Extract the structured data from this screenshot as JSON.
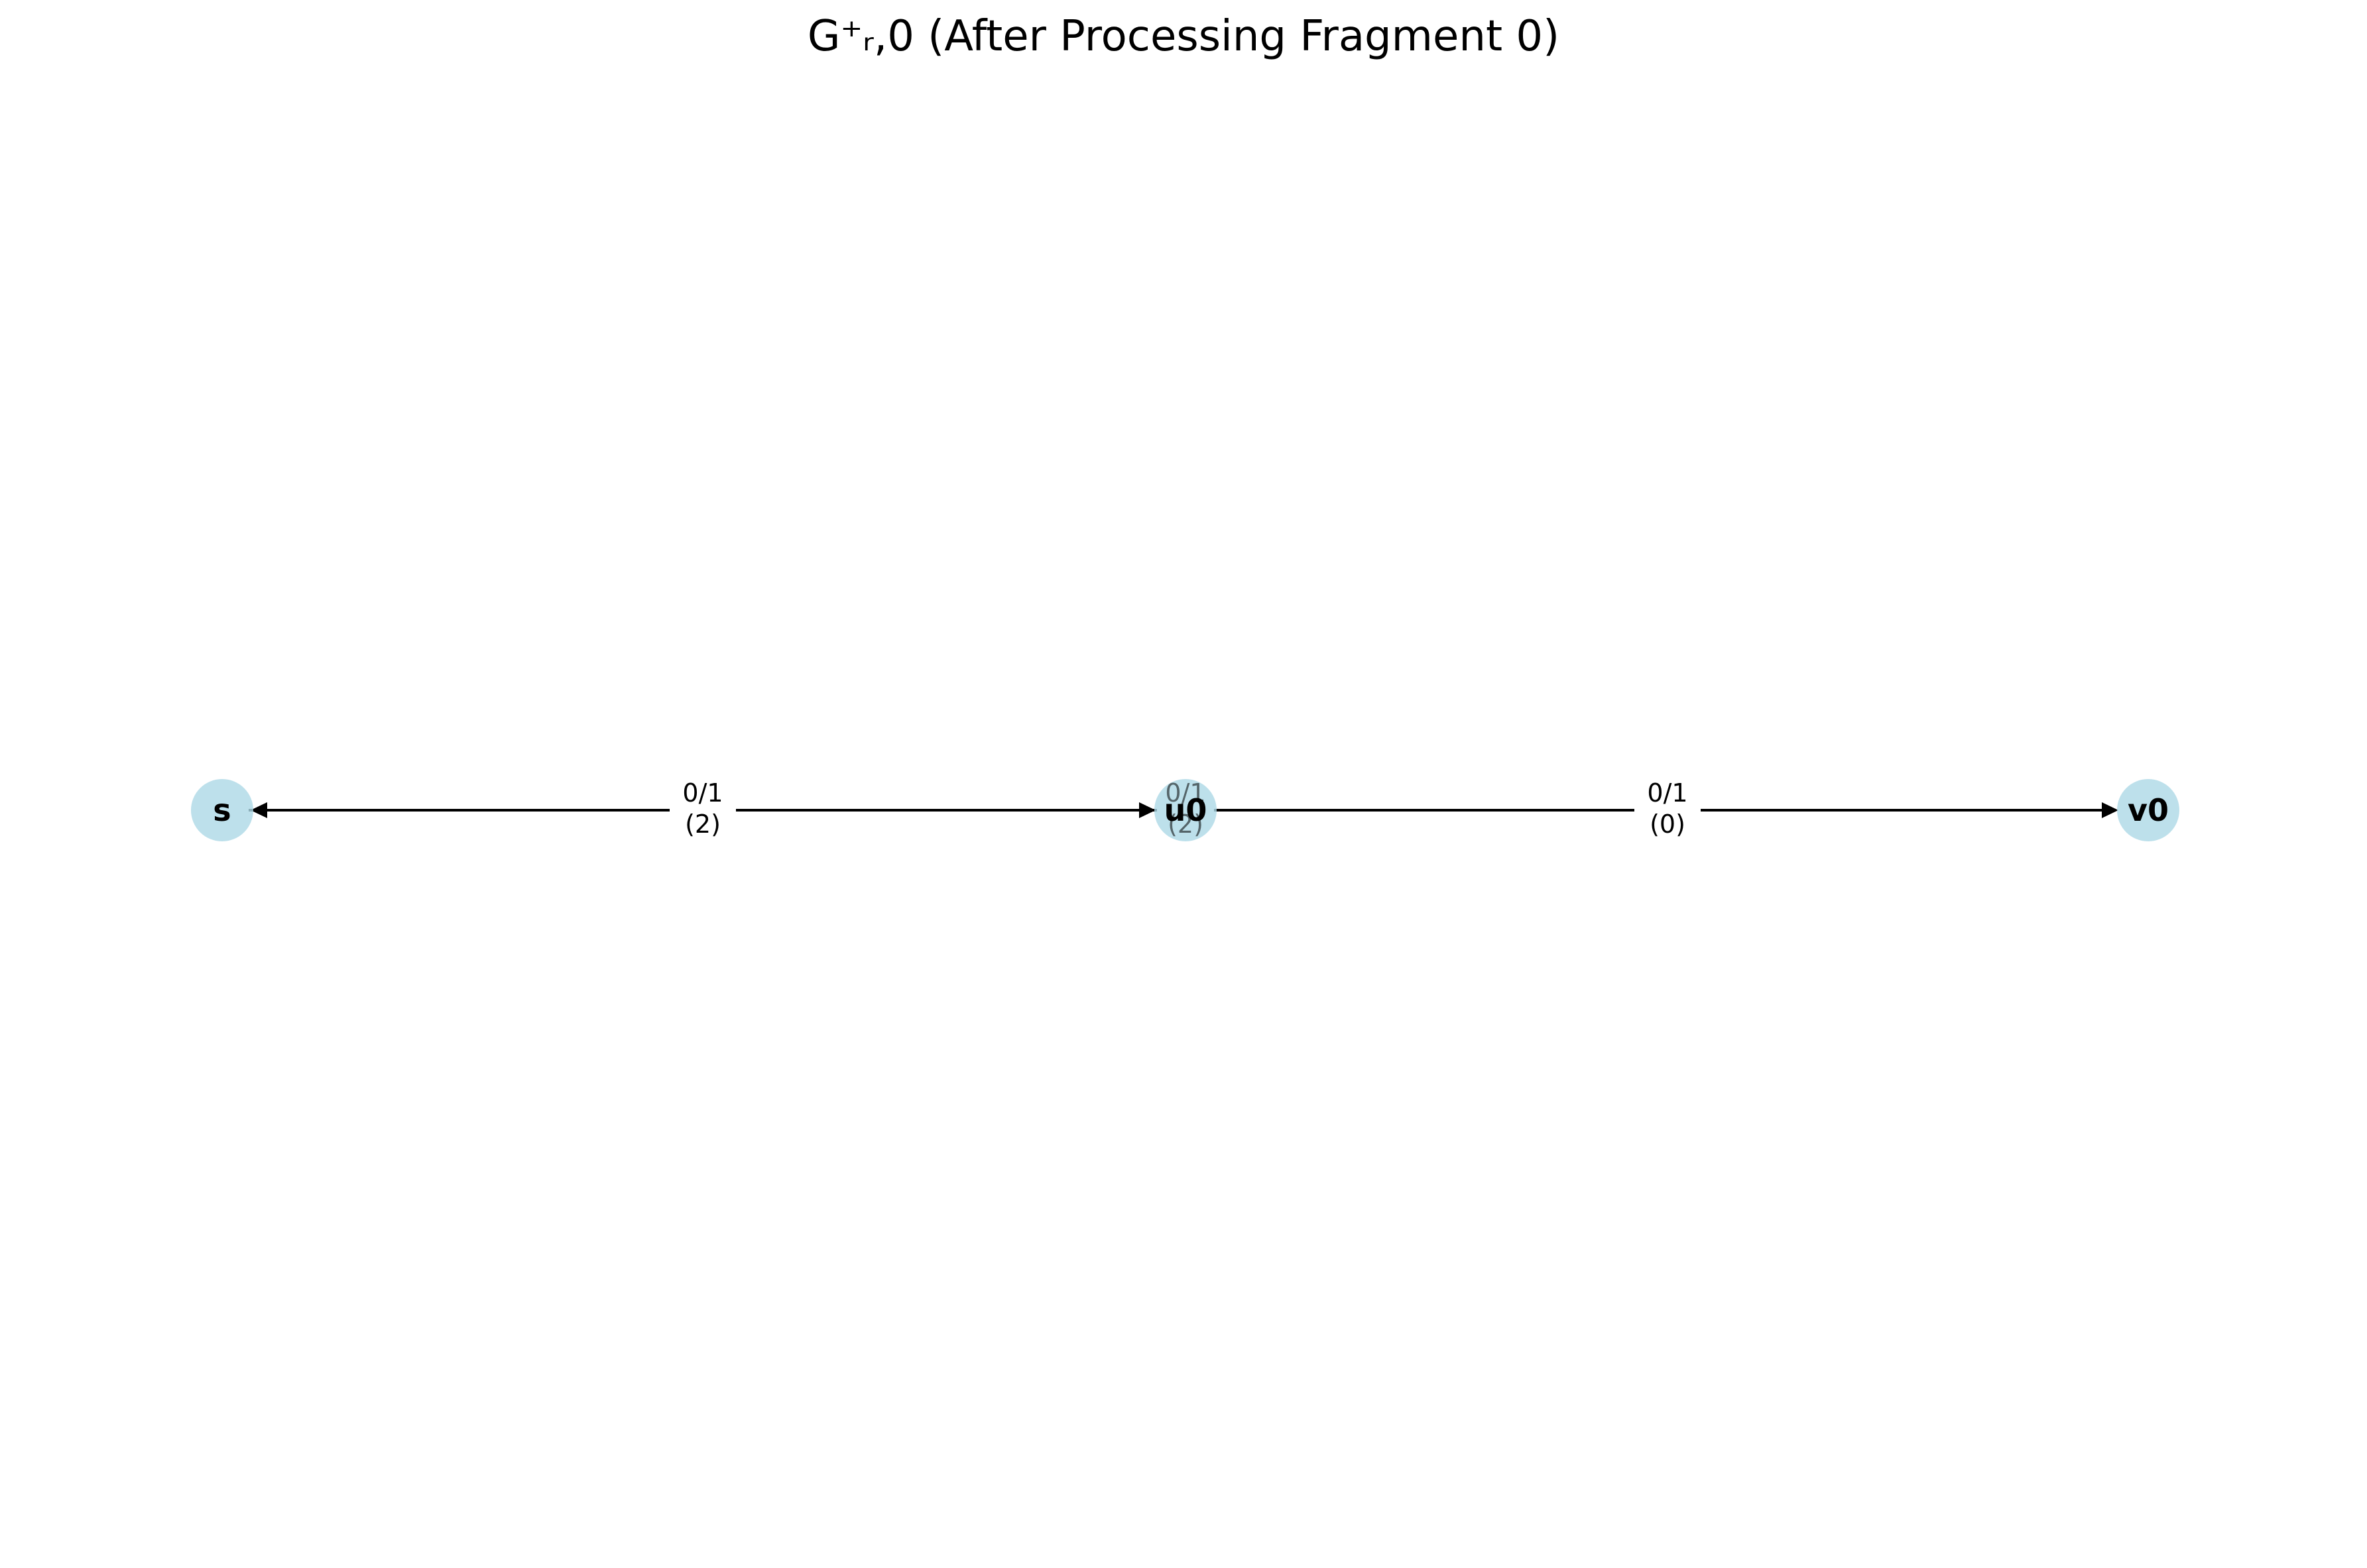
{
  "diagram": {
    "title": "G⁺ᵣ,0 (After Processing Fragment 0)",
    "colors": {
      "node_fill": "#add8e6",
      "edge": "#000000",
      "background": "#ffffff"
    },
    "nodes": [
      {
        "id": "s",
        "label": "s"
      },
      {
        "id": "u0",
        "label": "u0"
      },
      {
        "id": "v0",
        "label": "v0"
      }
    ],
    "edges": [
      {
        "id": "e-u0-s",
        "from": "u0",
        "to": "s",
        "flow_capacity": "0/1",
        "cost": "(2)"
      },
      {
        "id": "e-s-u0",
        "from": "s",
        "to": "u0",
        "flow_capacity": "0/1",
        "cost": "(2)"
      },
      {
        "id": "e-u0-v0",
        "from": "u0",
        "to": "v0",
        "flow_capacity": "0/1",
        "cost": "(0)"
      }
    ]
  }
}
